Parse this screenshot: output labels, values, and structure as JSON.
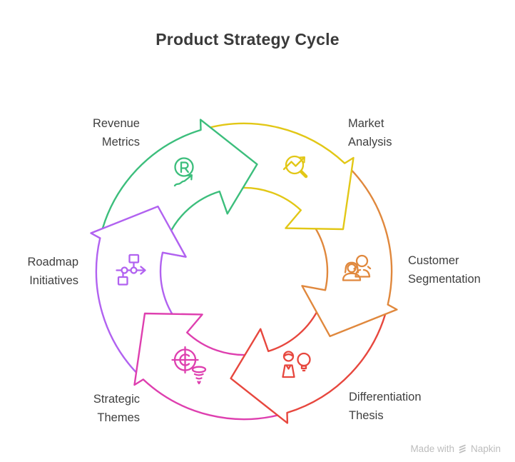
{
  "title": "Product Strategy Cycle",
  "cycle": {
    "segments": [
      {
        "id": "revenue-metrics",
        "label_line1": "Revenue",
        "label_line2": "Metrics",
        "color": "#3CBE7C",
        "icon": "registered-trend-icon"
      },
      {
        "id": "market-analysis",
        "label_line1": "Market",
        "label_line2": "Analysis",
        "color": "#E2C716",
        "icon": "magnifier-trend-icon"
      },
      {
        "id": "customer-segmentation",
        "label_line1": "Customer",
        "label_line2": "Segmentation",
        "color": "#E0883D",
        "icon": "people-group-icon"
      },
      {
        "id": "differentiation-thesis",
        "label_line1": "Differentiation",
        "label_line2": "Thesis",
        "color": "#E7473E",
        "icon": "person-lightbulb-icon"
      },
      {
        "id": "strategic-themes",
        "label_line1": "Strategic",
        "label_line2": "Themes",
        "color": "#DE3FAF",
        "icon": "target-tornado-icon"
      },
      {
        "id": "roadmap-initiatives",
        "label_line1": "Roadmap",
        "label_line2": "Initiatives",
        "color": "#B162F0",
        "icon": "flowchart-icon"
      }
    ]
  },
  "watermark": {
    "prefix": "Made with",
    "brand": "Napkin"
  }
}
